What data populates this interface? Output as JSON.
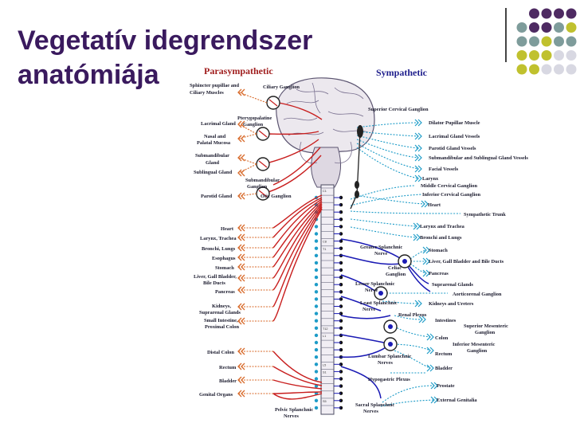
{
  "slide": {
    "title_line1": "Vegetatív idegrendszer",
    "title_line2": "anatómiája",
    "accent_colors": {
      "title": "#3a1a5e",
      "dot_purple": "#4e2a62",
      "dot_teal": "#7e9c9b",
      "dot_olive": "#c0c12e",
      "dot_lightgrey": "#d8d8e2"
    }
  },
  "diagram": {
    "parasympathetic_header": "Parasympathetic",
    "sympathetic_header": "Sympathetic",
    "colors": {
      "parasympathetic": "#c81e1e",
      "sympathetic_pre": "#1a1ab4",
      "sympathetic_post": "#1e9cc8",
      "organ_arrow": "#d86a2a",
      "para_header": "#a01e1e",
      "symp_header": "#1e1e8c"
    },
    "para_cranial_labels": [
      "Sphincter pupillae and",
      "Ciliary Muscles",
      "Ciliary Ganglion",
      "Pterygopalatine",
      "Ganglion",
      "Lacrimal Gland",
      "Nasal and",
      "Palatal Mucosa",
      "Submandibular",
      "Gland",
      "Sublingual Gland",
      "Submandibular",
      "Ganglion",
      "Parotid Gland",
      "Otic Ganglion"
    ],
    "para_organs": [
      "Heart",
      "Larynx, Trachea",
      "Bronchi, Lungs",
      "Esophagus",
      "Stomach",
      "Liver, Gall Bladder,",
      "Bile Ducts",
      "Pancreas",
      "Kidneys,",
      "Suprarenal Glands",
      "Small Intestine,",
      "Proximal Colon"
    ],
    "para_pelvic": [
      "Distal Colon",
      "Rectum",
      "Bladder",
      "Genital Organs",
      "Pelvic Splanchnic",
      "Nerves"
    ],
    "symp_upper_labels": [
      "Superior Cervical Ganglion",
      "Dilator Pupillae Muscle",
      "Lacrimal Gland Vessels",
      "Parotid Gland Vessels",
      "Submandibular and Sublingual Gland Vessels",
      "Facial Vessels",
      "Larynx",
      "Middle Cervical Ganglion",
      "Inferior Cervical Ganglion",
      "Heart",
      "Sympathetic Trunk",
      "Larynx and Trachea",
      "Bronchi and Lungs"
    ],
    "symp_abdominal_labels": [
      "Greater Splanchnic",
      "Nerve",
      "Stomach",
      "Celiac",
      "Ganglion",
      "Liver, Gall Bladder and Bile Ducts",
      "Pancreas",
      "Lesser Splanchnic",
      "Nerve",
      "Suprarenal Glands",
      "Aorticorenal Ganglion",
      "Least Splanchnic",
      "Nerve",
      "Kidneys and Ureters",
      "Renal Plexus",
      "Intestines",
      "Superior Mesenteric",
      "Ganglion",
      "Colon"
    ],
    "symp_pelvic_labels": [
      "Inferior Mesenteric",
      "Ganglion",
      "Lumbar Splanchnic",
      "Nerves",
      "Rectum",
      "Bladder",
      "Hypogastric Plexus",
      "Prostate",
      "Sacral Splanchnic",
      "Nerves",
      "External Genitalia"
    ],
    "segment_labels": [
      "C1",
      "C8",
      "T1",
      "T12",
      "L1",
      "L5",
      "S1",
      "S5"
    ]
  }
}
